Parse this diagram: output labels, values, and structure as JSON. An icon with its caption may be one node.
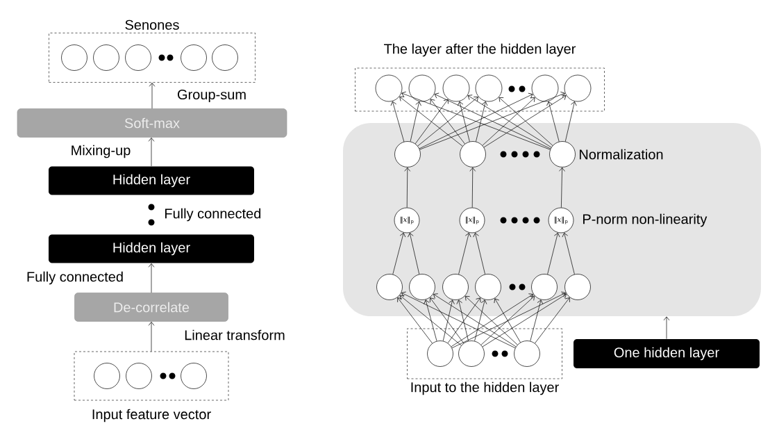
{
  "diagram": {
    "nodes": [
      {
        "text": [
          "Senones"
        ]
      },
      {
        "text": [],
        "shape": "circle",
        "in": 0
      },
      {
        "text": [],
        "shape": "circle",
        "in": 0
      },
      {
        "text": [],
        "shape": "circle",
        "in": 0
      },
      {
        "text": [],
        "shape": "circle",
        "in": 0
      },
      {
        "text": [],
        "shape": "circle",
        "in": 0
      },
      {
        "text": [
          "Soft-max"
        ]
      },
      {
        "text": [
          "Hidden layer"
        ]
      },
      {
        "text": [
          "Hidden layer"
        ]
      },
      {
        "text": [
          "De-correlate"
        ]
      },
      {
        "text": [
          "Input feature vector"
        ]
      },
      {
        "text": [],
        "shape": "circle",
        "in": 10
      },
      {
        "text": [],
        "shape": "circle",
        "in": 10
      },
      {
        "text": [],
        "shape": "circle",
        "in": 10
      },
      {
        "text": [
          "The layer after the hidden layer"
        ]
      },
      {
        "text": [],
        "shape": "circle",
        "in": 14
      },
      {
        "text": [],
        "shape": "circle",
        "in": 14
      },
      {
        "text": [],
        "shape": "circle",
        "in": 14
      },
      {
        "text": [],
        "shape": "circle",
        "in": 14
      },
      {
        "text": [],
        "shape": "circle",
        "in": 14
      },
      {
        "text": [],
        "shape": "circle",
        "in": 14
      },
      {
        "text": [],
        "shape": "box"
      },
      {
        "text": [],
        "shape": "circle",
        "in": 21
      },
      {
        "text": [],
        "shape": "circle",
        "in": 21
      },
      {
        "text": [],
        "shape": "circle",
        "in": 21
      },
      {
        "text": [
          "‖*x*‖$_{p}$"
        ],
        "in": 21
      },
      {
        "text": [
          "‖*x*‖$_{p}$"
        ],
        "in": 21
      },
      {
        "text": [
          "‖*x*‖$_{p}$"
        ],
        "in": 21
      },
      {
        "text": [],
        "shape": "circle",
        "in": 21
      },
      {
        "text": [],
        "shape": "circle",
        "in": 21
      },
      {
        "text": [],
        "shape": "circle",
        "in": 21
      },
      {
        "text": [],
        "shape": "circle",
        "in": 21
      },
      {
        "text": [],
        "shape": "circle",
        "in": 21
      },
      {
        "text": [],
        "shape": "circle",
        "in": 21
      },
      {
        "text": [
          "Input to the hidden layer"
        ]
      },
      {
        "text": [],
        "shape": "circle",
        "in": 34
      },
      {
        "text": [],
        "shape": "circle",
        "in": 34
      },
      {
        "text": [],
        "shape": "circle",
        "in": 34
      },
      {
        "text": [
          "One hidden layer"
        ]
      }
    ],
    "edges": [
      {
        "from": 6,
        "to": 0,
        "arrow": "to",
        "label": "Group-sum"
      },
      {
        "from": 7,
        "to": 6,
        "arrow": "to",
        "label": "Mixing-up"
      },
      {
        "from": 9,
        "to": 8,
        "arrow": "to",
        "label": "Fully connected"
      },
      {
        "from": 10,
        "to": 9,
        "arrow": "to",
        "label": "Linear transform"
      },
      {
        "from": 22,
        "to": 15,
        "arrow": "to"
      },
      {
        "from": 22,
        "to": 16,
        "arrow": "to"
      },
      {
        "from": 22,
        "to": 17,
        "arrow": "to"
      },
      {
        "from": 22,
        "to": 18,
        "arrow": "to"
      },
      {
        "from": 22,
        "to": 19,
        "arrow": "to"
      },
      {
        "from": 22,
        "to": 20,
        "arrow": "to"
      },
      {
        "from": 23,
        "to": 15,
        "arrow": "to"
      },
      {
        "from": 23,
        "to": 16,
        "arrow": "to"
      },
      {
        "from": 23,
        "to": 17,
        "arrow": "to"
      },
      {
        "from": 23,
        "to": 18,
        "arrow": "to"
      },
      {
        "from": 23,
        "to": 19,
        "arrow": "to"
      },
      {
        "from": 23,
        "to": 20,
        "arrow": "to"
      },
      {
        "from": 24,
        "to": 15,
        "arrow": "to"
      },
      {
        "from": 24,
        "to": 16,
        "arrow": "to"
      },
      {
        "from": 24,
        "to": 17,
        "arrow": "to"
      },
      {
        "from": 24,
        "to": 18,
        "arrow": "to"
      },
      {
        "from": 24,
        "to": 19,
        "arrow": "to"
      },
      {
        "from": 24,
        "to": 20,
        "arrow": "to"
      },
      {
        "from": 25,
        "to": 22,
        "arrow": "to"
      },
      {
        "from": 26,
        "to": 23,
        "arrow": "to"
      },
      {
        "from": 27,
        "to": 24,
        "arrow": "to"
      },
      {
        "from": 28,
        "to": 25,
        "arrow": "to"
      },
      {
        "from": 29,
        "to": 25,
        "arrow": "to"
      },
      {
        "from": 30,
        "to": 26,
        "arrow": "to"
      },
      {
        "from": 31,
        "to": 26,
        "arrow": "to"
      },
      {
        "from": 32,
        "to": 27,
        "arrow": "to"
      },
      {
        "from": 33,
        "to": 27,
        "arrow": "to"
      },
      {
        "from": 35,
        "to": 28,
        "arrow": "to"
      },
      {
        "from": 35,
        "to": 29,
        "arrow": "to"
      },
      {
        "from": 35,
        "to": 30,
        "arrow": "to"
      },
      {
        "from": 35,
        "to": 31,
        "arrow": "to"
      },
      {
        "from": 35,
        "to": 32,
        "arrow": "to"
      },
      {
        "from": 35,
        "to": 33,
        "arrow": "to"
      },
      {
        "from": 36,
        "to": 28,
        "arrow": "to"
      },
      {
        "from": 36,
        "to": 29,
        "arrow": "to"
      },
      {
        "from": 36,
        "to": 30,
        "arrow": "to"
      },
      {
        "from": 36,
        "to": 31,
        "arrow": "to"
      },
      {
        "from": 36,
        "to": 32,
        "arrow": "to"
      },
      {
        "from": 36,
        "to": 33,
        "arrow": "to"
      },
      {
        "from": 37,
        "to": 28,
        "arrow": "to"
      },
      {
        "from": 37,
        "to": 29,
        "arrow": "to"
      },
      {
        "from": 37,
        "to": 30,
        "arrow": "to"
      },
      {
        "from": 37,
        "to": 31,
        "arrow": "to"
      },
      {
        "from": 37,
        "to": 32,
        "arrow": "to"
      },
      {
        "from": 37,
        "to": 33,
        "arrow": "to"
      },
      {
        "from": 38,
        "to": 21,
        "arrow": "to"
      }
    ],
    "labels": [
      "Fully connected",
      "Normalization",
      "P-norm non-linearity"
    ]
  }
}
